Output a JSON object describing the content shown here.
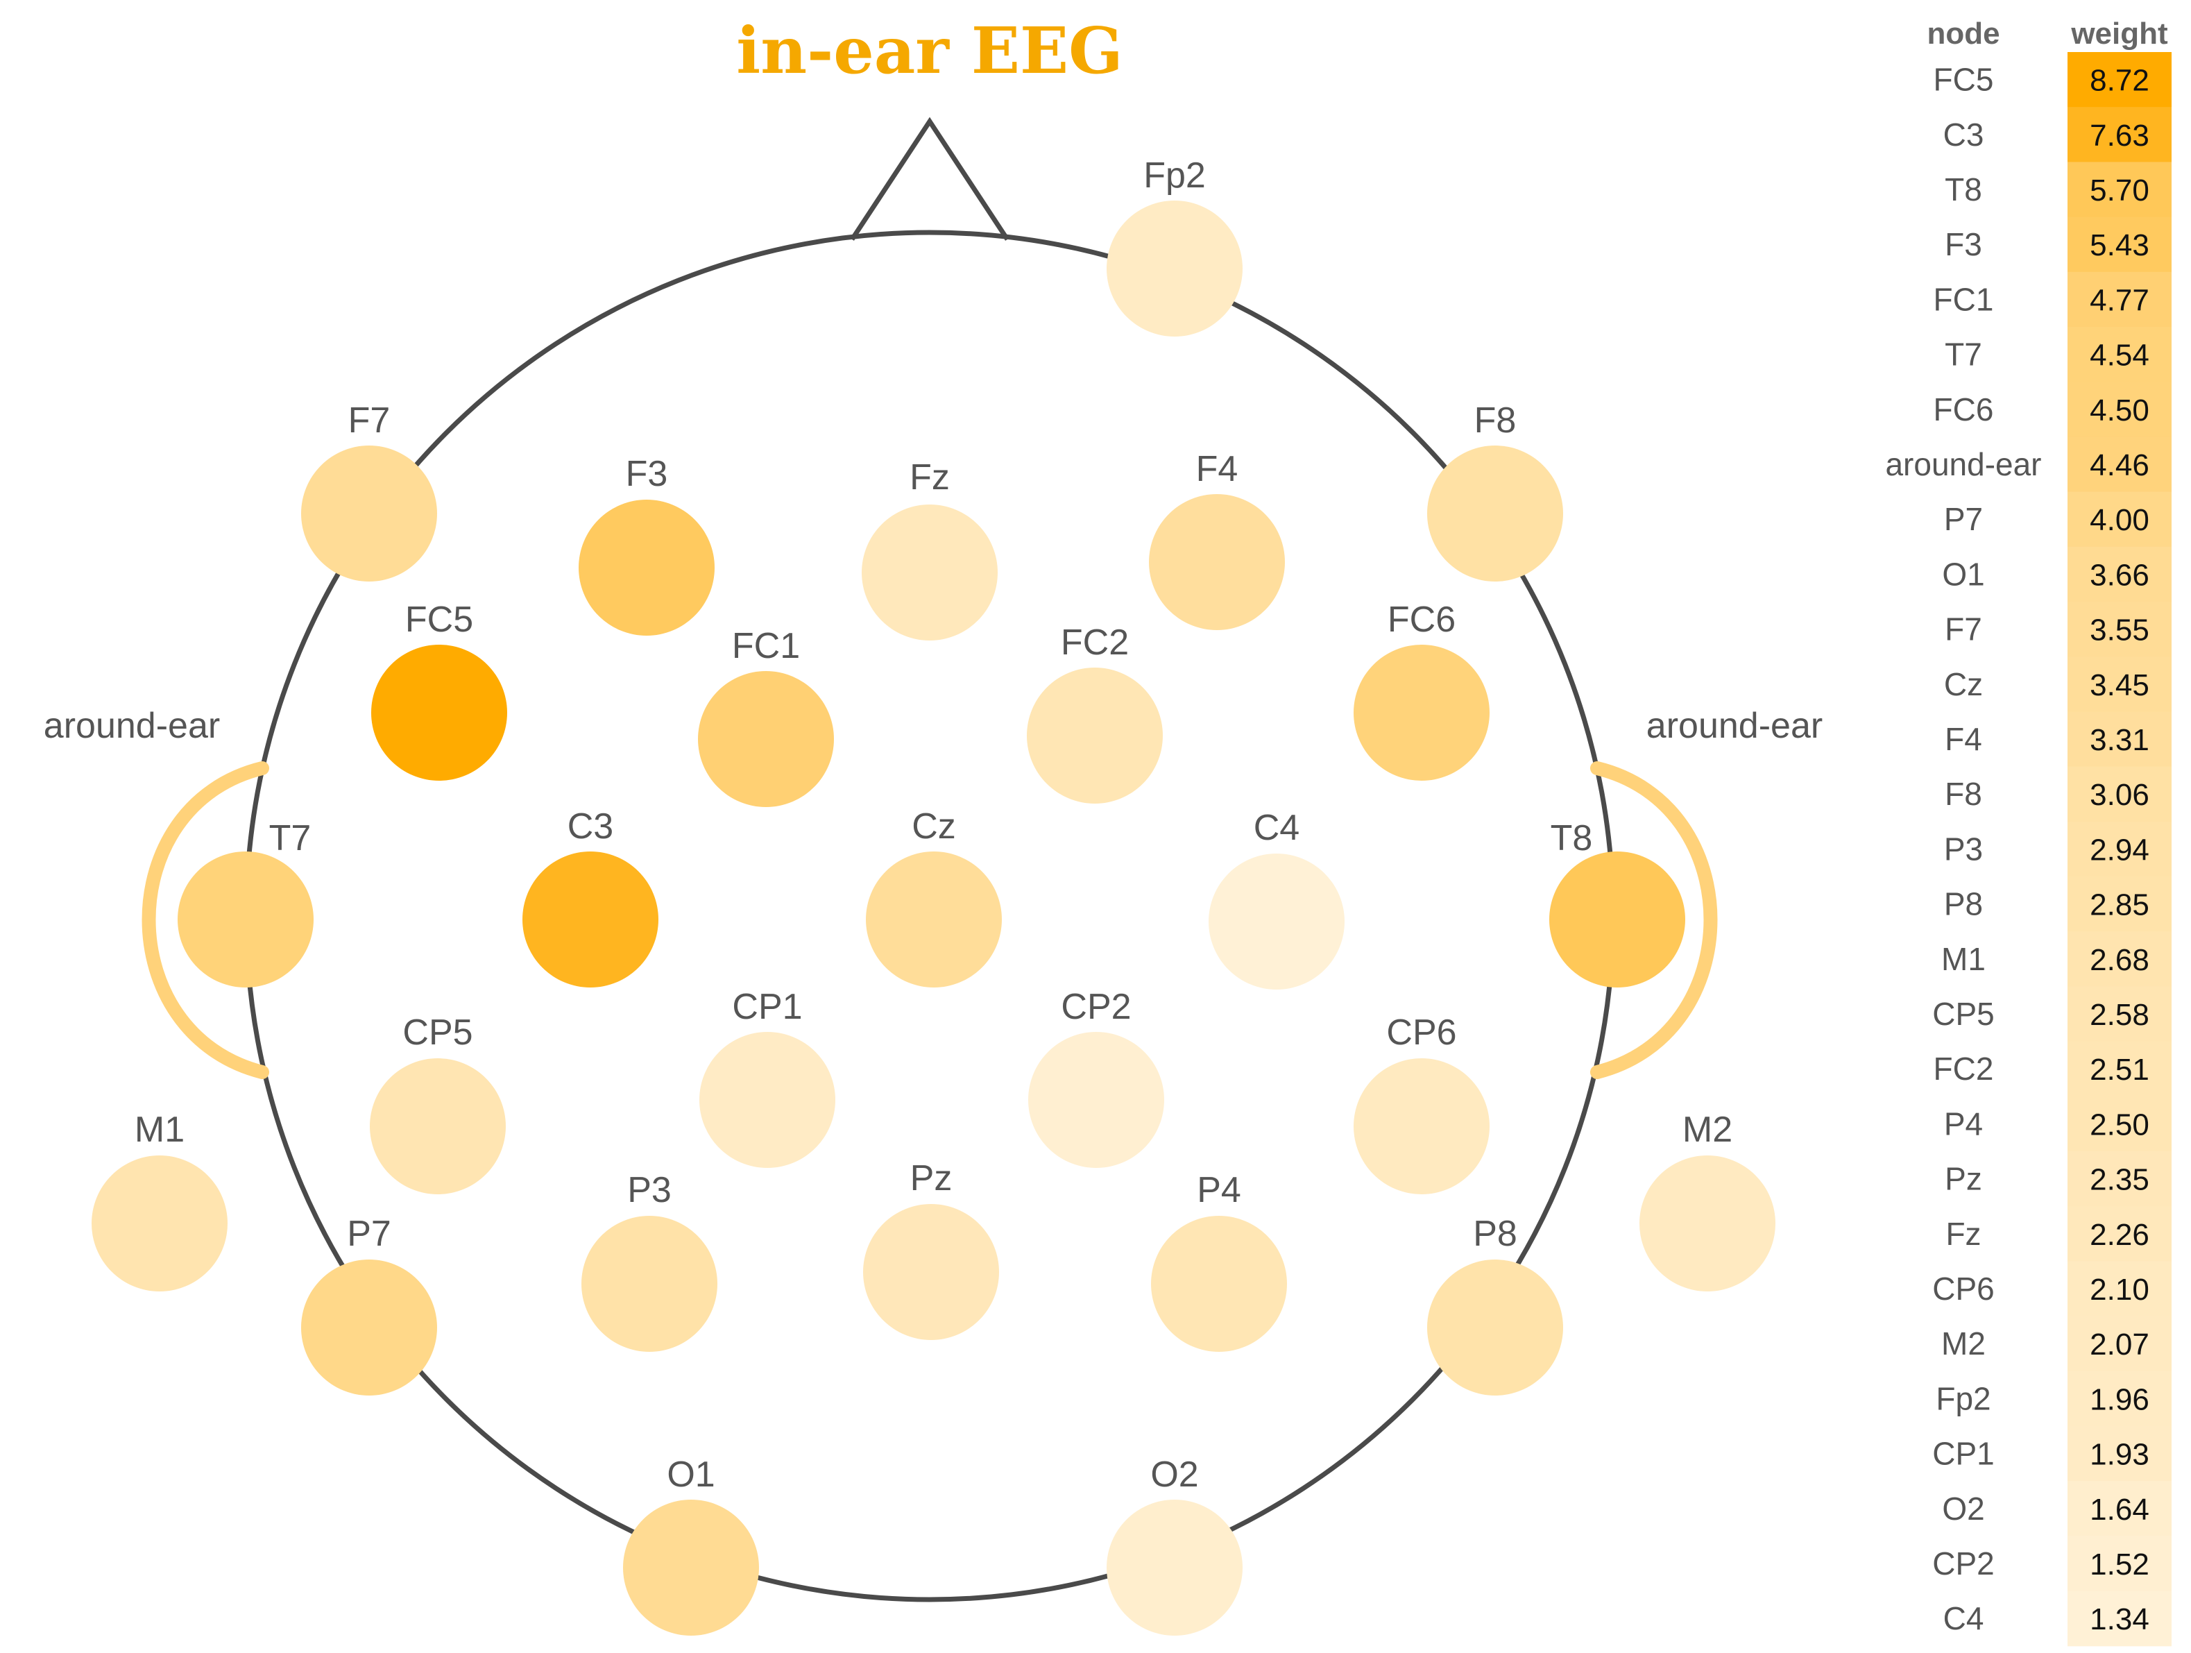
{
  "title": "in-ear EEG",
  "colors": {
    "title": "#f5a800",
    "head_outline": "#4a4a4a",
    "label": "#555555",
    "low": "#fff1d6",
    "high": "#ffab00",
    "ear_arc": "#ffd27a"
  },
  "around_ear": {
    "left_label": "around-ear",
    "right_label": "around-ear"
  },
  "electrodes": [
    {
      "name": "Fp2",
      "weight": 1.96
    },
    {
      "name": "F7",
      "weight": 3.55
    },
    {
      "name": "F3",
      "weight": 5.43
    },
    {
      "name": "Fz",
      "weight": 2.26
    },
    {
      "name": "F4",
      "weight": 3.31
    },
    {
      "name": "F8",
      "weight": 3.06
    },
    {
      "name": "FC5",
      "weight": 8.72
    },
    {
      "name": "FC1",
      "weight": 4.77
    },
    {
      "name": "FC2",
      "weight": 2.51
    },
    {
      "name": "FC6",
      "weight": 4.5
    },
    {
      "name": "T7",
      "weight": 4.54
    },
    {
      "name": "C3",
      "weight": 7.63
    },
    {
      "name": "Cz",
      "weight": 3.45
    },
    {
      "name": "C4",
      "weight": 1.34
    },
    {
      "name": "T8",
      "weight": 5.7
    },
    {
      "name": "CP5",
      "weight": 2.58
    },
    {
      "name": "CP1",
      "weight": 1.93
    },
    {
      "name": "CP2",
      "weight": 1.52
    },
    {
      "name": "CP6",
      "weight": 2.1
    },
    {
      "name": "M1",
      "weight": 2.68
    },
    {
      "name": "M2",
      "weight": 2.07
    },
    {
      "name": "P7",
      "weight": 4.0
    },
    {
      "name": "P3",
      "weight": 2.94
    },
    {
      "name": "Pz",
      "weight": 2.35
    },
    {
      "name": "P4",
      "weight": 2.5
    },
    {
      "name": "P8",
      "weight": 2.85
    },
    {
      "name": "O1",
      "weight": 3.66
    },
    {
      "name": "O2",
      "weight": 1.64
    }
  ],
  "table": {
    "headers": [
      "node",
      "weight"
    ],
    "rows": [
      {
        "node": "FC5",
        "weight": "8.72"
      },
      {
        "node": "C3",
        "weight": "7.63"
      },
      {
        "node": "T8",
        "weight": "5.70"
      },
      {
        "node": "F3",
        "weight": "5.43"
      },
      {
        "node": "FC1",
        "weight": "4.77"
      },
      {
        "node": "T7",
        "weight": "4.54"
      },
      {
        "node": "FC6",
        "weight": "4.50"
      },
      {
        "node": "around-ear",
        "weight": "4.46"
      },
      {
        "node": "P7",
        "weight": "4.00"
      },
      {
        "node": "O1",
        "weight": "3.66"
      },
      {
        "node": "F7",
        "weight": "3.55"
      },
      {
        "node": "Cz",
        "weight": "3.45"
      },
      {
        "node": "F4",
        "weight": "3.31"
      },
      {
        "node": "F8",
        "weight": "3.06"
      },
      {
        "node": "P3",
        "weight": "2.94"
      },
      {
        "node": "P8",
        "weight": "2.85"
      },
      {
        "node": "M1",
        "weight": "2.68"
      },
      {
        "node": "CP5",
        "weight": "2.58"
      },
      {
        "node": "FC2",
        "weight": "2.51"
      },
      {
        "node": "P4",
        "weight": "2.50"
      },
      {
        "node": "Pz",
        "weight": "2.35"
      },
      {
        "node": "Fz",
        "weight": "2.26"
      },
      {
        "node": "CP6",
        "weight": "2.10"
      },
      {
        "node": "M2",
        "weight": "2.07"
      },
      {
        "node": "Fp2",
        "weight": "1.96"
      },
      {
        "node": "CP1",
        "weight": "1.93"
      },
      {
        "node": "O2",
        "weight": "1.64"
      },
      {
        "node": "CP2",
        "weight": "1.52"
      },
      {
        "node": "C4",
        "weight": "1.34"
      }
    ]
  }
}
